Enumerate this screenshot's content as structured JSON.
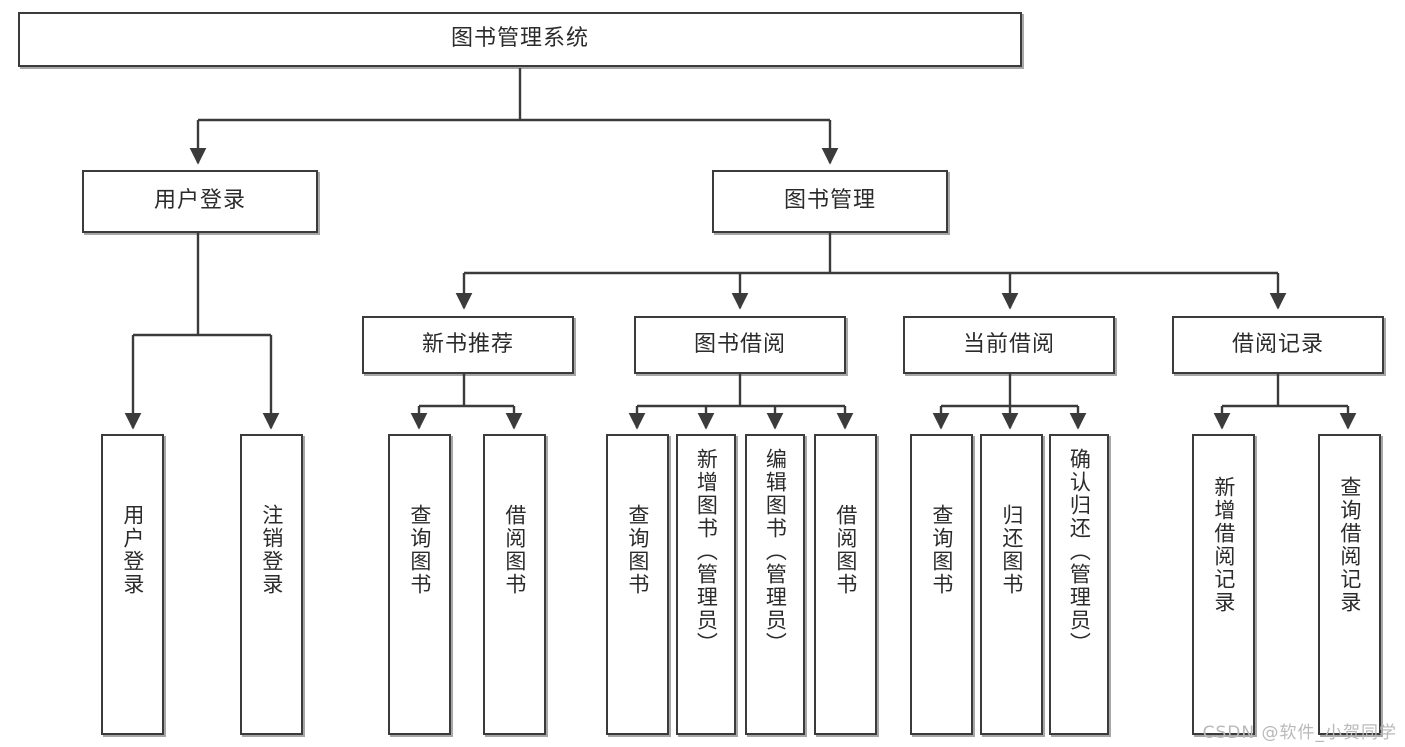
{
  "diagram": {
    "type": "tree-hierarchy",
    "title": "图书管理系统",
    "watermark": "CSDN @软件_小贺同学",
    "colors": {
      "stroke": "#3b3b3b",
      "fill": "#ffffff",
      "text": "#2b2b2b",
      "watermark": "#b9b9b9"
    },
    "levels": {
      "root": {
        "label": "图书管理系统",
        "orientation": "horizontal"
      },
      "level2": [
        {
          "id": "user-login",
          "label": "用户登录",
          "orientation": "horizontal"
        },
        {
          "id": "book-manage",
          "label": "图书管理",
          "orientation": "horizontal"
        }
      ],
      "level3": [
        {
          "id": "new-book-recommend",
          "label": "新书推荐",
          "orientation": "horizontal"
        },
        {
          "id": "book-borrow",
          "label": "图书借阅",
          "orientation": "horizontal"
        },
        {
          "id": "current-borrow",
          "label": "当前借阅",
          "orientation": "horizontal"
        },
        {
          "id": "borrow-record",
          "label": "借阅记录",
          "orientation": "horizontal"
        }
      ],
      "leaves": [
        {
          "id": "leaf-user-login",
          "label": "用户登录",
          "parent": "user-login",
          "orientation": "vertical"
        },
        {
          "id": "leaf-logout",
          "label": "注销登录",
          "parent": "user-login",
          "orientation": "vertical"
        },
        {
          "id": "leaf-query-book-1",
          "label": "查询图书",
          "parent": "new-book-recommend",
          "orientation": "vertical"
        },
        {
          "id": "leaf-borrow-book-1",
          "label": "借阅图书",
          "parent": "new-book-recommend",
          "orientation": "vertical"
        },
        {
          "id": "leaf-query-book-2",
          "label": "查询图书",
          "parent": "book-borrow",
          "orientation": "vertical"
        },
        {
          "id": "leaf-add-book",
          "label": "新增图书（管理员）",
          "parent": "book-borrow",
          "orientation": "vertical"
        },
        {
          "id": "leaf-edit-book",
          "label": "编辑图书（管理员）",
          "parent": "book-borrow",
          "orientation": "vertical"
        },
        {
          "id": "leaf-borrow-book-2",
          "label": "借阅图书",
          "parent": "book-borrow",
          "orientation": "vertical"
        },
        {
          "id": "leaf-query-book-3",
          "label": "查询图书",
          "parent": "current-borrow",
          "orientation": "vertical"
        },
        {
          "id": "leaf-return-book",
          "label": "归还图书",
          "parent": "current-borrow",
          "orientation": "vertical"
        },
        {
          "id": "leaf-confirm-return",
          "label": "确认归还（管理员）",
          "parent": "current-borrow",
          "orientation": "vertical"
        },
        {
          "id": "leaf-add-record",
          "label": "新增借阅记录",
          "parent": "borrow-record",
          "orientation": "vertical"
        },
        {
          "id": "leaf-query-record",
          "label": "查询借阅记录",
          "parent": "borrow-record",
          "orientation": "vertical"
        }
      ]
    }
  }
}
